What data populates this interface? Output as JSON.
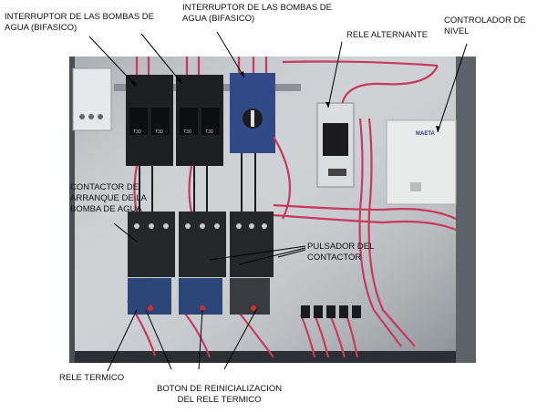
{
  "labels": {
    "interruptor_1_line1": "INTERRUPTOR DE LAS BOMBAS DE",
    "interruptor_1_line2": "AGUA (BIFASICO)",
    "interruptor_2_line1": "INTERRUPTOR DE LAS BOMBAS DE",
    "interruptor_2_line2": "AGUA (BIFASICO)",
    "rele_alternante": "RELE ALTERNANTE",
    "controlador_line1": "CONTROLADOR DE",
    "controlador_line2": "NIVEL",
    "contactor_line1": "CONTACTOR DE",
    "contactor_line2": "ARRANQUE DE LA",
    "contactor_line3": "BOMBA DE AGUA",
    "pulsador_line1": "PULSADOR DEL",
    "pulsador_line2": "CONTACTOR",
    "rele_termico": "RELE TERMICO",
    "boton_line1": "BOTON DE REINICIALIZACION",
    "boton_line2": "DEL RELE TERMICO"
  },
  "photo": {
    "device_brand_label": "MAETA",
    "breaker_text": "T30"
  }
}
